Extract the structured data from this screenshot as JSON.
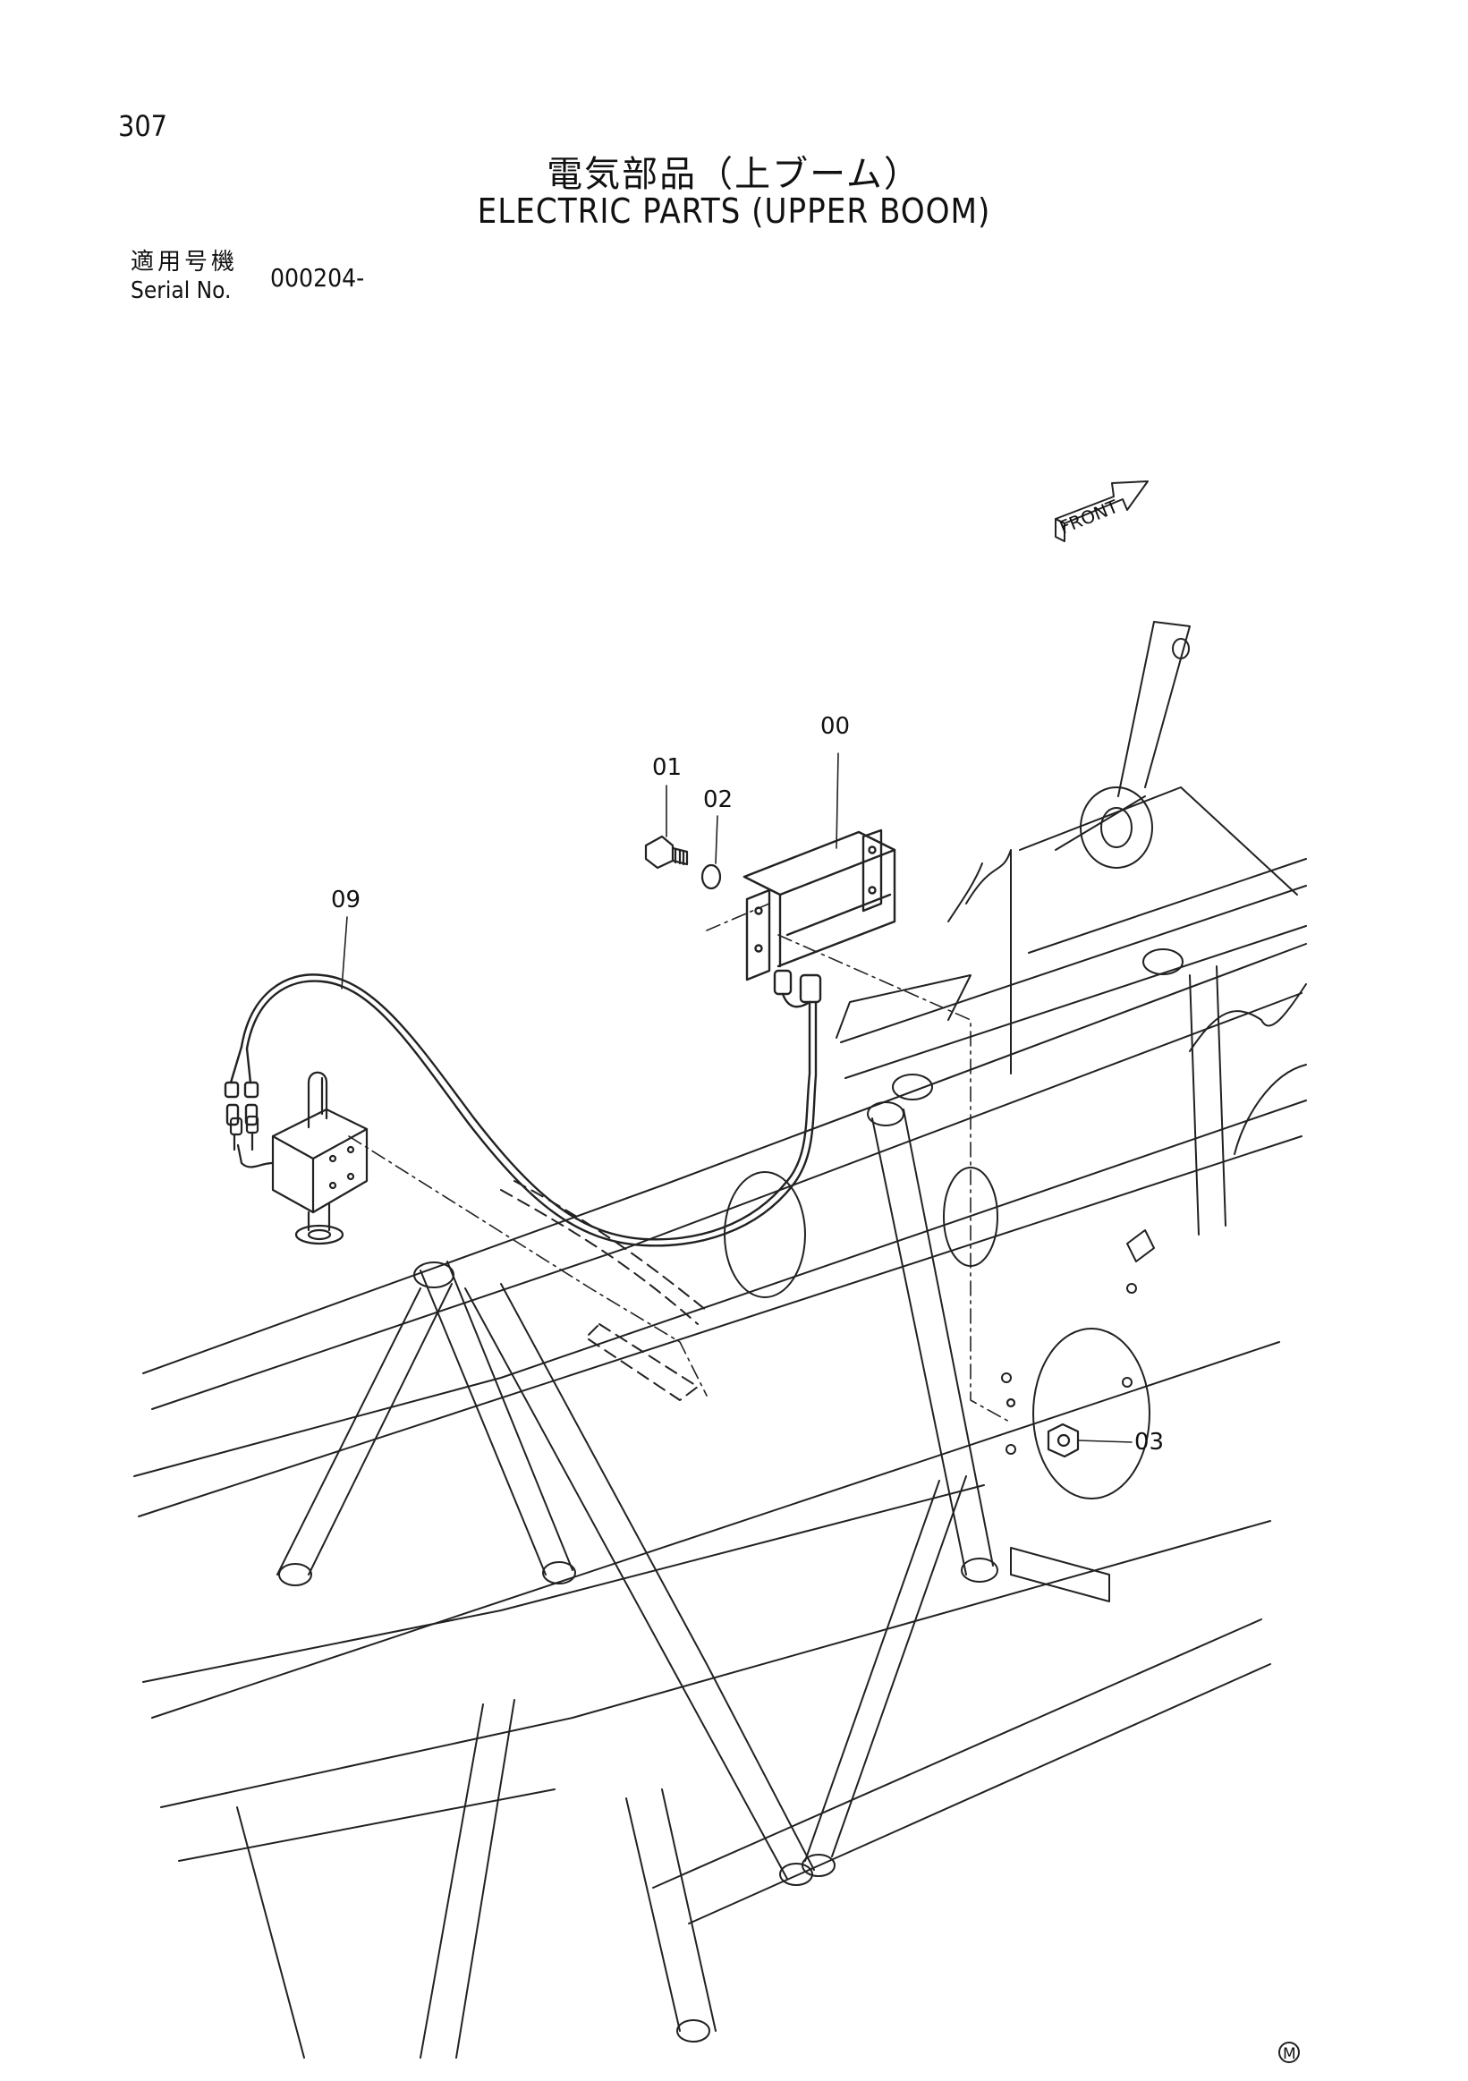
{
  "page": {
    "number": "307",
    "title_jp": "電気部品（上ブーム）",
    "title_en": "ELECTRIC PARTS (UPPER BOOM)",
    "serial_label_jp": "適用号機",
    "serial_label_en": "Serial No.",
    "serial_value": "000204-"
  },
  "diagram": {
    "front_label": "FRONT",
    "callouts": [
      "00",
      "01",
      "02",
      "03",
      "09"
    ],
    "corner_mark": "M"
  }
}
